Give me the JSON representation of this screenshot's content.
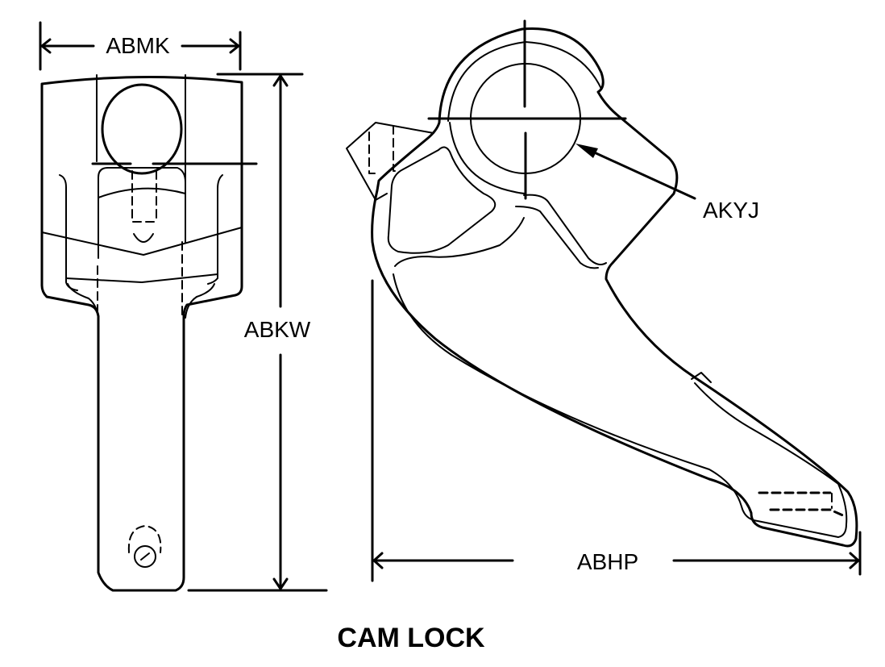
{
  "diagram": {
    "title": "CAM LOCK",
    "colors": {
      "line": "#000000",
      "background": "#ffffff"
    },
    "views": [
      {
        "id": "front-view",
        "description": "Front view of cam lock with bore, set screw hole and pin hole"
      },
      {
        "id": "side-view",
        "description": "Side profile of cam lock lever with bore and handle"
      }
    ],
    "dimensions": {
      "width": {
        "label": "ABMK",
        "view": "front-view",
        "orientation": "horizontal"
      },
      "height": {
        "label": "ABKW",
        "view": "front-view",
        "orientation": "vertical"
      },
      "bore": {
        "label": "AKYJ",
        "view": "side-view",
        "orientation": "leader"
      },
      "length": {
        "label": "ABHP",
        "view": "side-view",
        "orientation": "horizontal"
      }
    }
  }
}
